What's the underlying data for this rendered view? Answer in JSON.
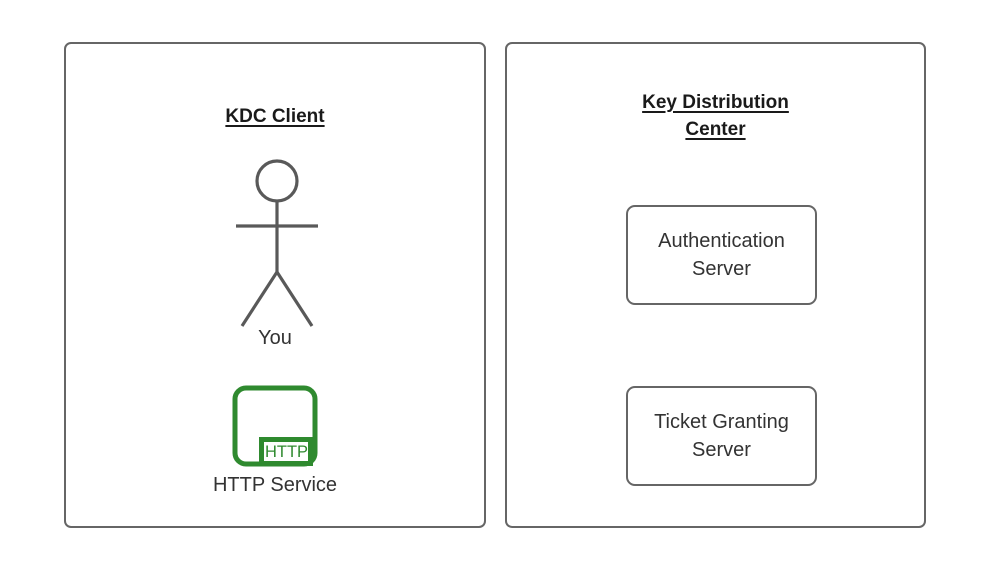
{
  "diagram": {
    "background_color": "#ffffff",
    "stroke_color": "#666666",
    "text_color": "#333333",
    "accent_green": "#2F8A2F"
  },
  "panels": [
    {
      "id": "kdc-client",
      "title": "KDC Client",
      "person": {
        "label": "You",
        "icon": "stick-figure-icon"
      },
      "service": {
        "label": "HTTP Service",
        "badge": "HTTP",
        "icon": "http-service-icon",
        "color": "#2F8A2F"
      }
    },
    {
      "id": "key-distribution-center",
      "title_line1": "Key Distribution",
      "title_line2": "Center",
      "servers": [
        {
          "name": "authentication-server",
          "line1": "Authentication",
          "line2": "Server"
        },
        {
          "name": "ticket-granting-server",
          "line1": "Ticket Granting",
          "line2": "Server"
        }
      ]
    }
  ]
}
